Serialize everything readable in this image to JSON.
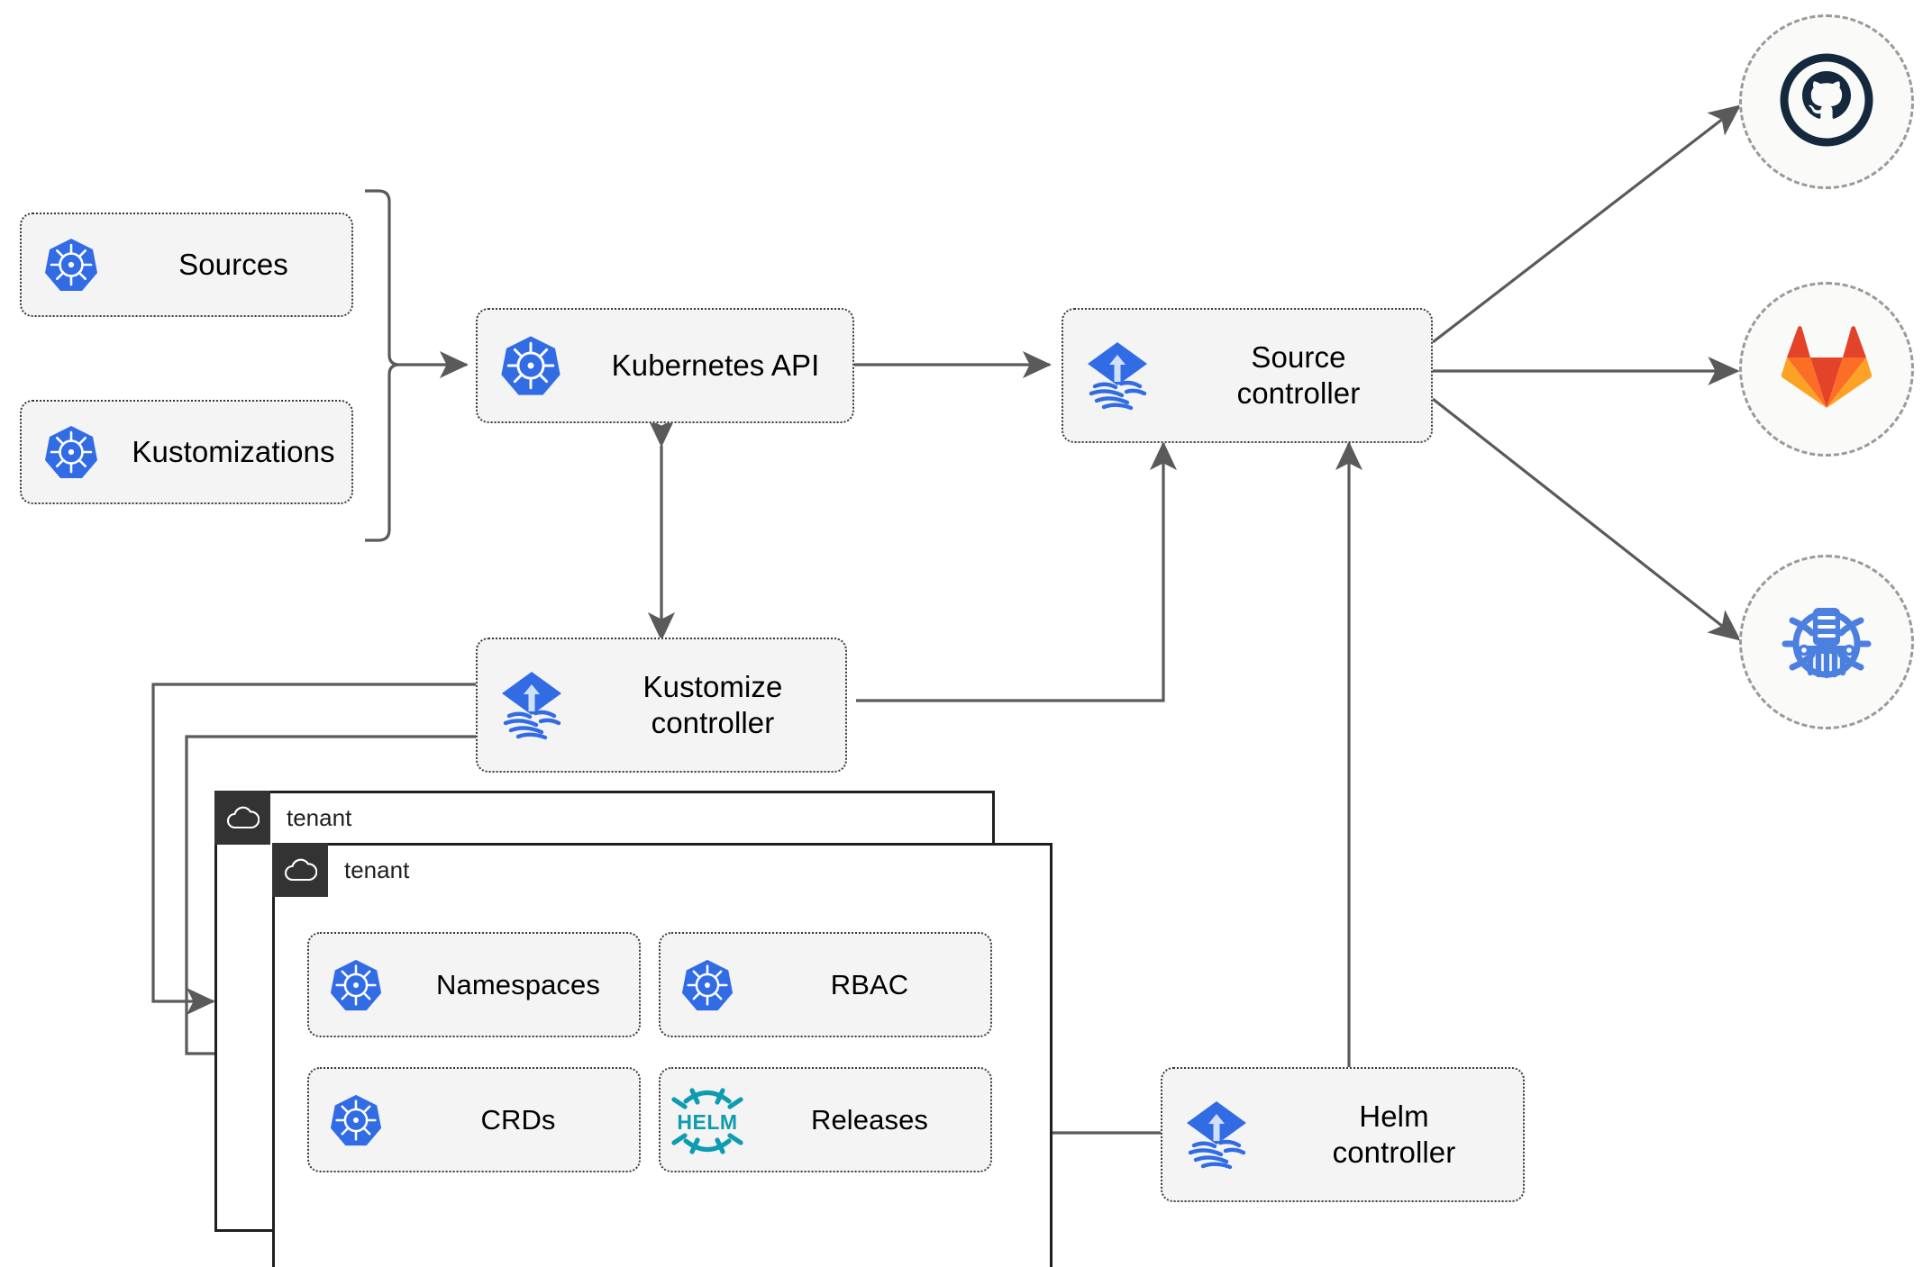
{
  "diagram": {
    "title": "Flux GitOps multi-tenancy architecture",
    "colors": {
      "background": "#ffffff",
      "card_fill": "#f4f4f4",
      "card_border": "#3a3a3a",
      "edge": "#5a5a5a",
      "kubernetes_blue": "#326ce5",
      "flux_blue": "#326ce5",
      "helm_teal": "#0f9bb0",
      "github_dark": "#14293d",
      "gitlab_orange": "#e24329",
      "gitlab_amber": "#fca326",
      "harbor_blue": "#4b7fe0",
      "tenant_header": "#333333"
    }
  },
  "resources": [
    {
      "id": "sources",
      "label": "Sources",
      "icon": "kubernetes-icon"
    },
    {
      "id": "kustomizations",
      "label": "Kustomizations",
      "icon": "kubernetes-icon"
    }
  ],
  "core": {
    "kubernetes_api": {
      "label": "Kubernetes API",
      "icon": "kubernetes-icon"
    },
    "source_controller": {
      "label": "Source\ncontroller",
      "icon": "flux-icon"
    },
    "kustomize_controller": {
      "label": "Kustomize\ncontroller",
      "icon": "flux-icon"
    },
    "helm_controller": {
      "label": "Helm\ncontroller",
      "icon": "flux-icon"
    }
  },
  "providers": [
    {
      "id": "github",
      "name": "github-icon"
    },
    {
      "id": "gitlab",
      "name": "gitlab-icon"
    },
    {
      "id": "harbor",
      "name": "harbor-icon"
    }
  ],
  "tenants": [
    {
      "label": "tenant",
      "icon": "cloud-icon"
    },
    {
      "label": "tenant",
      "icon": "cloud-icon"
    }
  ],
  "tenant_resources": [
    {
      "id": "namespaces",
      "label": "Namespaces",
      "icon": "kubernetes-icon"
    },
    {
      "id": "rbac",
      "label": "RBAC",
      "icon": "kubernetes-icon"
    },
    {
      "id": "crds",
      "label": "CRDs",
      "icon": "kubernetes-icon"
    },
    {
      "id": "releases",
      "label": "Releases",
      "icon": "helm-icon"
    }
  ],
  "edges": [
    {
      "from": "sources+kustomizations",
      "to": "kubernetes-api",
      "style": "bracket-arrow"
    },
    {
      "from": "kubernetes-api",
      "to": "source-controller",
      "style": "bidirectional"
    },
    {
      "from": "kubernetes-api",
      "to": "kustomize-controller",
      "style": "bidirectional"
    },
    {
      "from": "kustomize-controller",
      "to": "source-controller",
      "style": "elbow-arrow"
    },
    {
      "from": "helm-controller",
      "to": "source-controller",
      "style": "arrow"
    },
    {
      "from": "helm-controller",
      "to": "releases",
      "style": "arrow"
    },
    {
      "from": "kustomize-controller",
      "to": "tenant-1",
      "style": "elbow-arrow"
    },
    {
      "from": "kustomize-controller",
      "to": "tenant-2",
      "style": "elbow-arrow"
    },
    {
      "from": "source-controller",
      "to": "github",
      "style": "arrow"
    },
    {
      "from": "source-controller",
      "to": "gitlab",
      "style": "arrow"
    },
    {
      "from": "source-controller",
      "to": "harbor",
      "style": "arrow"
    }
  ]
}
